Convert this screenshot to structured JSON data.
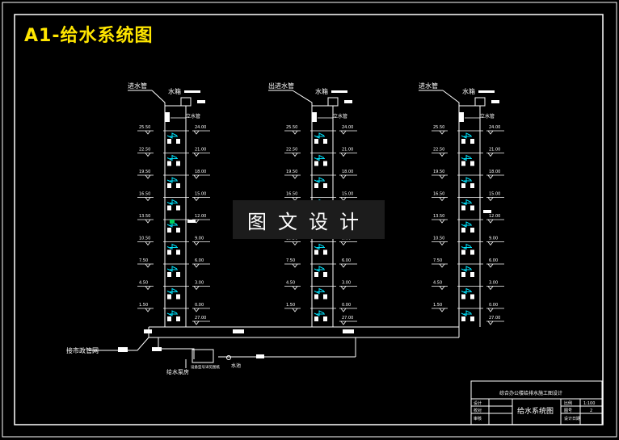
{
  "title": "A1-给水系统图",
  "watermark": "图文设计",
  "labels": {
    "inlet_1": "进水管",
    "inlet_2": "出进水管",
    "inlet_3": "进水管",
    "tank": "水箱",
    "riser": "立水管",
    "city": "接市政管网",
    "pump_room": "给水泵房",
    "pump_note": "设备型号详见图纸",
    "tank_bottom": "水池"
  },
  "title_block": {
    "project": "综合办公楼给排水施工图设计",
    "drawing_name": "给水系统图",
    "scale_label": "比例",
    "scale_value": "1:100",
    "sheet_label": "图号",
    "sheet_value": "2",
    "date_label": "设计日期",
    "designer": "设计",
    "checker": "校对",
    "approver": "审核"
  },
  "floor_elevations_left": [
    "1.50",
    "4.50",
    "7.50",
    "10.50",
    "13.50",
    "16.50",
    "19.50",
    "22.50",
    "25.50"
  ],
  "floor_elevations_right": [
    "0.00",
    "3.00",
    "6.00",
    "9.00",
    "12.00",
    "15.00",
    "18.00",
    "21.00",
    "24.00",
    "27.00"
  ],
  "colors": {
    "background": "#000000",
    "frame": "#ffffff",
    "pipe": "#ffffff",
    "valve": "#00e5ff",
    "title": "#ffe600",
    "accent_green": "#00d060"
  }
}
